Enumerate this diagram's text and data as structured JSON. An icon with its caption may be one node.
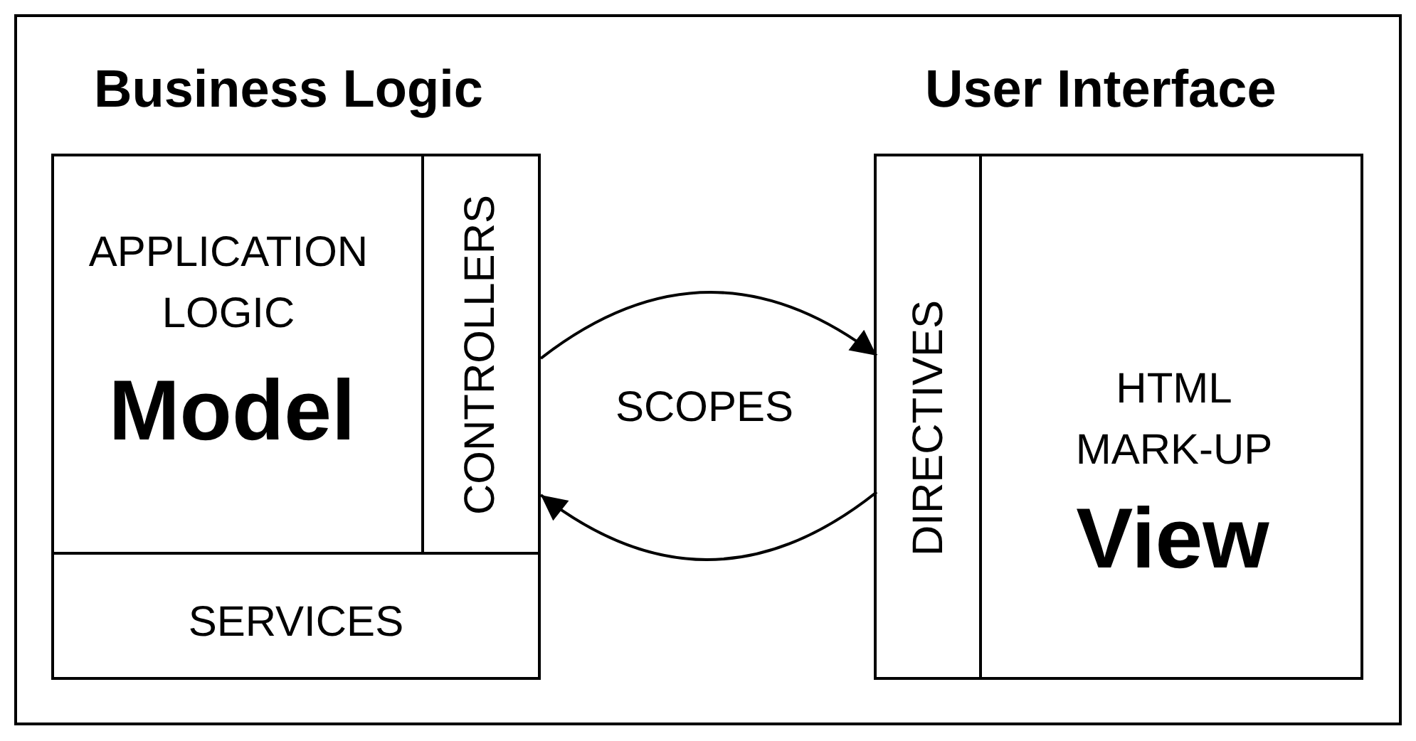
{
  "diagram": {
    "nodes": [
      {
        "text": [
          "Business Logic",
          "SERVICES"
        ]
      },
      {
        "text": [
          "APPLICATION LOGIC",
          "Model"
        ],
        "in": 0
      },
      {
        "text": [
          "CONTROLLERS"
        ],
        "in": 0
      },
      {
        "text": [
          "User Interface"
        ]
      },
      {
        "text": [
          "DIRECTIVES"
        ],
        "in": 3
      },
      {
        "text": [
          "HTML MARK-UP",
          "View"
        ],
        "in": 3
      }
    ],
    "edges": [
      {
        "from": 2,
        "to": 4,
        "arrow": "to"
      },
      {
        "from": 4,
        "to": 2,
        "arrow": "to"
      }
    ],
    "labels": [
      "SCOPES"
    ]
  }
}
